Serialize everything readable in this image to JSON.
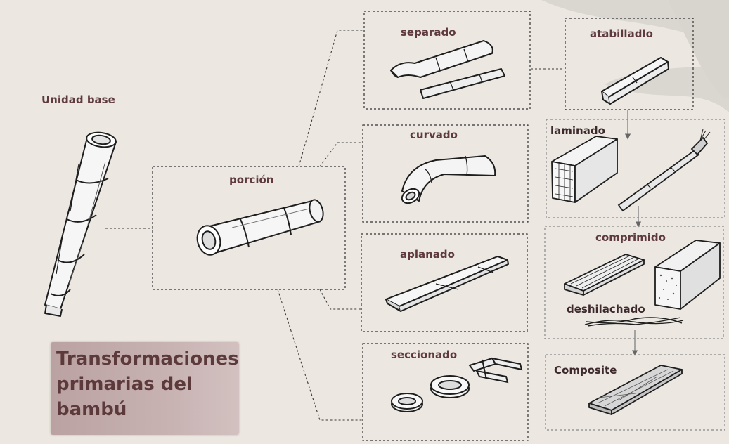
{
  "labels": {
    "unidad_base": "Unidad  base",
    "porcion": "porción",
    "separado": "separado",
    "curvado": "curvado",
    "aplanado": "aplanado",
    "seccionado": "seccionado",
    "atabilladlo": "atabilladlo",
    "laminado": "laminado",
    "comprimido": "comprimido",
    "deshilachado": "deshilachado",
    "composite": "Composite"
  },
  "title": "Transformaciones\nprimarias del\nbambú",
  "colors": {
    "background": "#ece8e1",
    "label": "#5e3a3e",
    "title_box": "#c2aaaa",
    "title_text": "#5c3a3c",
    "line": "#3a3a3a"
  }
}
